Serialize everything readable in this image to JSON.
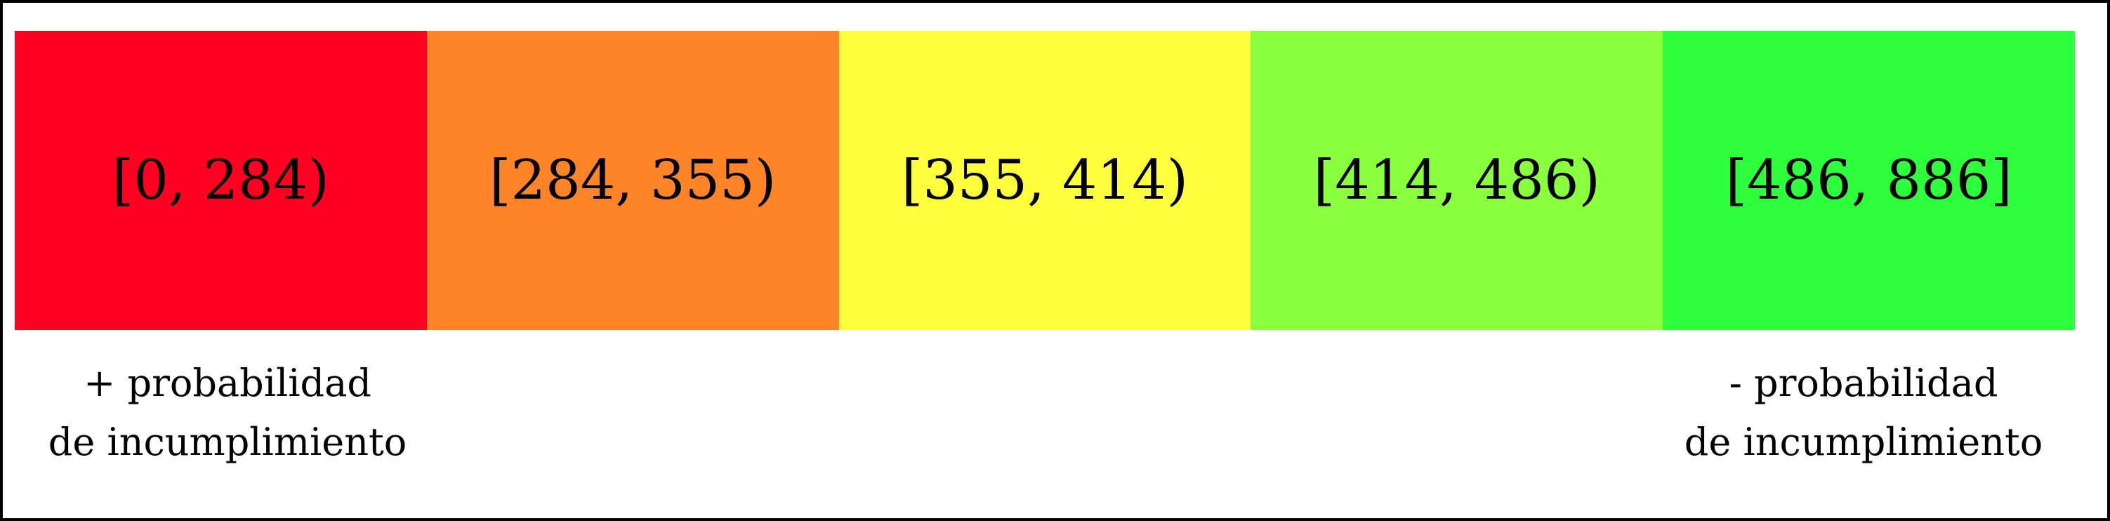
{
  "bands": [
    {
      "label": "[0, 284)",
      "color": "#ff0020"
    },
    {
      "label": "[284, 355)",
      "color": "#ff8427"
    },
    {
      "label": "[355, 414)",
      "color": "#ffff3d"
    },
    {
      "label": "[414, 486)",
      "color": "#89ff3d"
    },
    {
      "label": "[486, 886]",
      "color": "#2eff3d"
    }
  ],
  "captions": {
    "left": {
      "line1": "+ probabilidad",
      "line2": "de incumplimiento"
    },
    "right": {
      "line1": "- probabilidad",
      "line2": "de incumplimiento"
    }
  }
}
